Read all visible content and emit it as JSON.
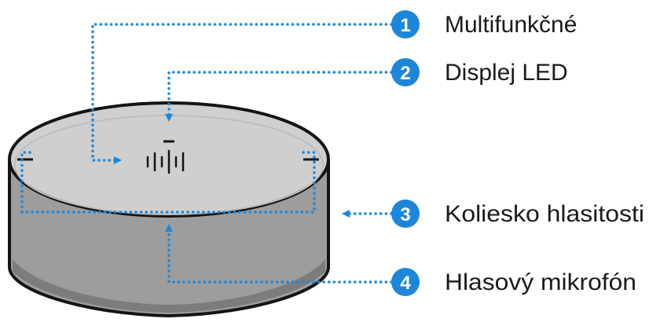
{
  "colors": {
    "accent": "#1e86d8",
    "device_top": "#cfcfcf",
    "device_side": "#9d9d9d",
    "outline": "#141414"
  },
  "callouts": [
    {
      "number": "1",
      "label": "Multifunkčné"
    },
    {
      "number": "2",
      "label": "Displej LED"
    },
    {
      "number": "3",
      "label": "Koliesko hlasitosti"
    },
    {
      "number": "4",
      "label": "Hlasový mikrofón"
    }
  ]
}
